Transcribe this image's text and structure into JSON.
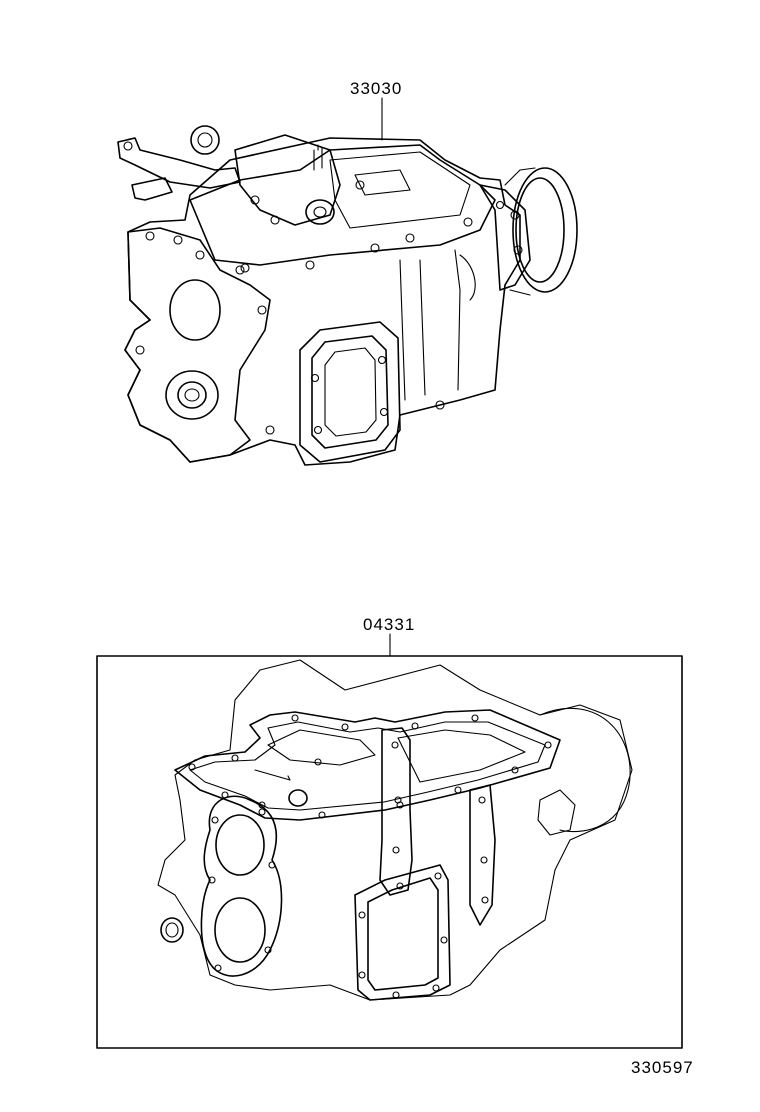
{
  "labels": {
    "assembly_part_no": "33030",
    "gasket_kit_part_no": "04331",
    "illustration_no": "330597"
  },
  "colors": {
    "line": "#000000",
    "background": "#ffffff"
  }
}
